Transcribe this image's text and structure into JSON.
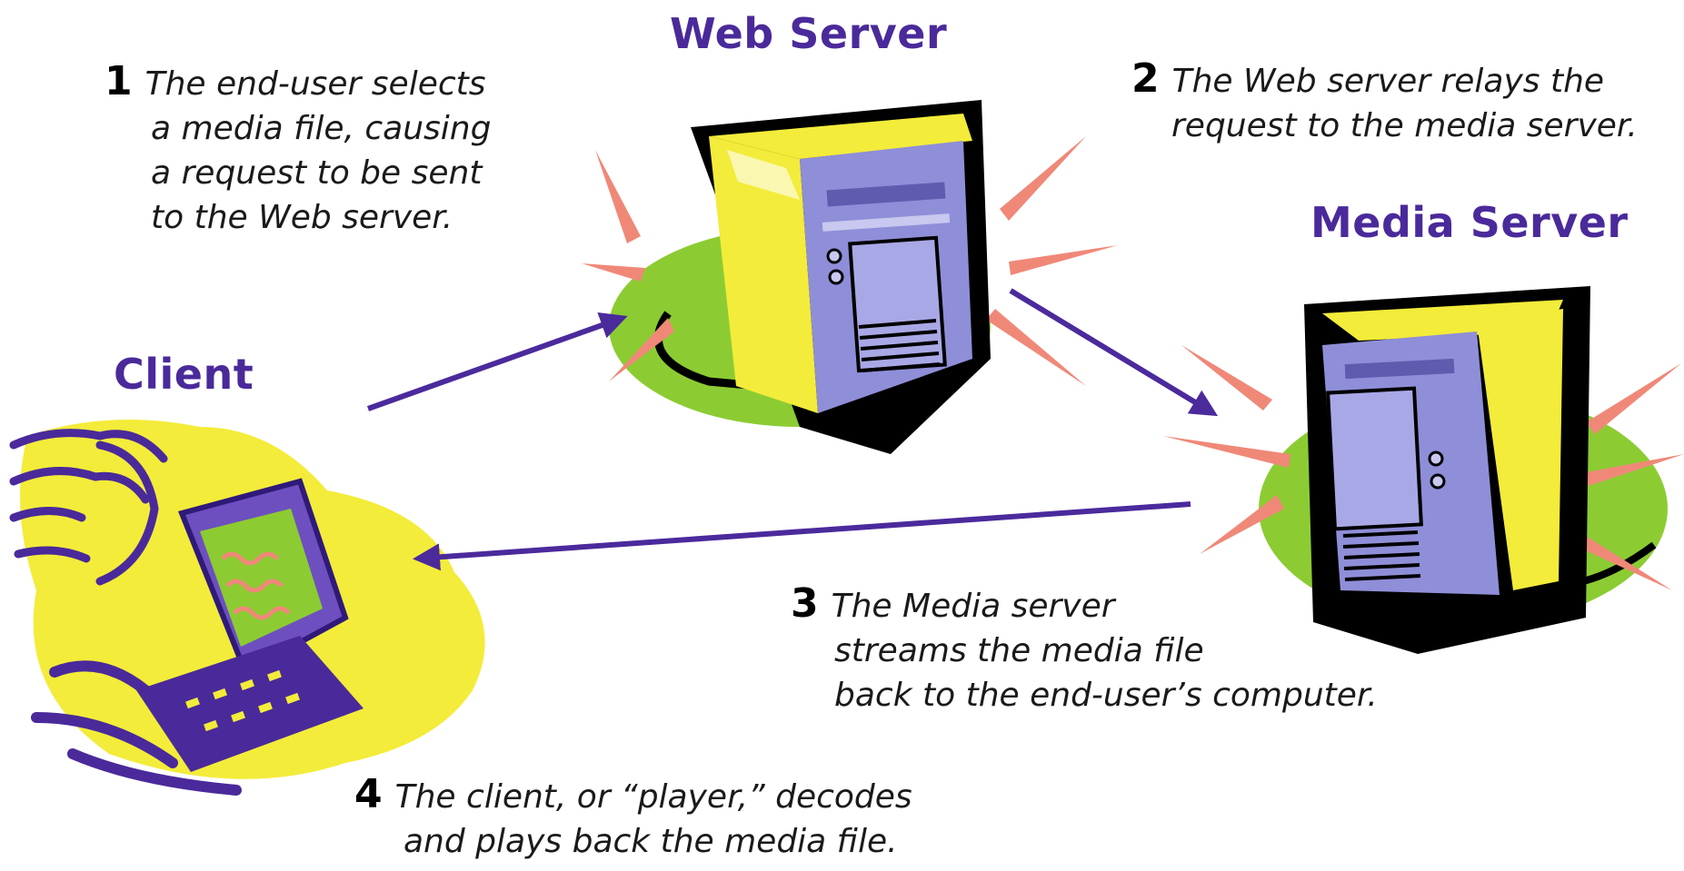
{
  "nodes": {
    "web_server": "Web Server",
    "media_server": "Media Server",
    "client": "Client"
  },
  "steps": [
    {
      "number": "1",
      "lines": [
        "The end-user selects",
        "a media file, causing",
        "a request to be sent",
        "to the Web server."
      ]
    },
    {
      "number": "2",
      "lines": [
        "The Web server relays the",
        "request to the media server."
      ]
    },
    {
      "number": "3",
      "lines": [
        "The Media server",
        "streams the media file",
        "back to the end-user’s computer."
      ]
    },
    {
      "number": "4",
      "lines": [
        "The client, or “player,” decodes",
        "and plays back the media file."
      ]
    }
  ],
  "colors": {
    "arrow": "#4b2a9c",
    "label": "#4a2a9a",
    "burst": "#f08878",
    "green_pad": "#8ccc32",
    "yellow": "#f3ec3a",
    "server_body": "#8f8ed8"
  }
}
